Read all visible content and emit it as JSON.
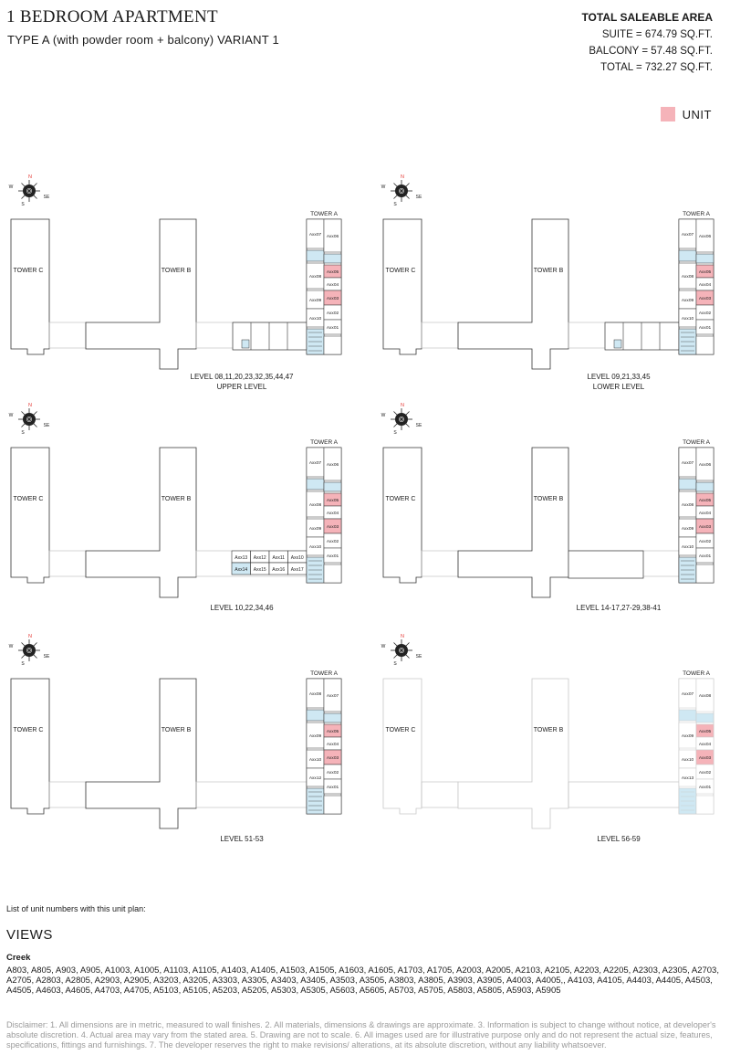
{
  "header": {
    "title": "1 BEDROOM APARTMENT",
    "subtitle": "TYPE A (with powder room + balcony) VARIANT 1"
  },
  "area": {
    "heading": "TOTAL SALEABLE AREA",
    "suite": "SUITE = 674.79 SQ.FT.",
    "balcony": "BALCONY = 57.48 SQ.FT.",
    "total": "TOTAL = 732.27 SQ.FT."
  },
  "legend": {
    "label": "UNIT",
    "color": "#f5b3b9"
  },
  "colors": {
    "highlight": "#f5b3b9",
    "core": "#cfe8f3",
    "compass_north": "#e53935"
  },
  "compass": {
    "n": "N",
    "s": "S",
    "e": "SE",
    "w": "W"
  },
  "plans": [
    {
      "caption": "LEVEL 08,11,20,23,32,35,44,47",
      "caption2": "UPPER LEVEL",
      "tower_c": "TOWER C",
      "tower_b": "TOWER B",
      "tower_a": "TOWER A",
      "units_left": [
        "Axx07",
        "Axx08",
        "Axx09",
        "Axx10"
      ],
      "units_right": [
        "Axx06",
        "Axx05",
        "Axx04",
        "Axx03",
        "Axx02",
        "Axx01"
      ]
    },
    {
      "caption": "LEVEL 09,21,33,45",
      "caption2": "LOWER LEVEL",
      "tower_c": "TOWER C",
      "tower_b": "TOWER B",
      "tower_a": "TOWER A",
      "units_left": [
        "Axx07",
        "Axx08",
        "Axx09",
        "Axx10"
      ],
      "units_right": [
        "Axx06",
        "Axx05",
        "Axx04",
        "Axx03",
        "Axx02",
        "Axx01"
      ]
    },
    {
      "caption": "LEVEL 10,22,34,46",
      "caption2": "",
      "tower_c": "TOWER C",
      "tower_b": "TOWER B",
      "tower_a": "TOWER A",
      "units_left": [
        "Axx07",
        "Axx08",
        "Axx09",
        "Axx10"
      ],
      "units_right": [
        "Axx06",
        "Axx05",
        "Axx04",
        "Axx03",
        "Axx02",
        "Axx01"
      ],
      "wing_top": [
        "Axx13",
        "Axx12",
        "Axx11",
        "Axx10"
      ],
      "wing_bottom": [
        "Axx14",
        "Axx15",
        "Axx16",
        "Axx17"
      ]
    },
    {
      "caption": "LEVEL 14-17,27-29,38-41",
      "caption2": "",
      "tower_c": "TOWER C",
      "tower_b": "TOWER B",
      "tower_a": "TOWER A",
      "units_left": [
        "Axx07",
        "Axx08",
        "Axx09",
        "Axx10"
      ],
      "units_right": [
        "Axx06",
        "Axx05",
        "Axx04",
        "Axx03",
        "Axx02",
        "Axx01"
      ]
    },
    {
      "caption": "LEVEL 51-53",
      "caption2": "",
      "tower_c": "TOWER C",
      "tower_b": "TOWER B",
      "tower_a": "TOWER A",
      "units_left": [
        "Axx08",
        "Axx09",
        "Axx10",
        "Axx12"
      ],
      "units_right": [
        "Axx07",
        "Axx05",
        "Axx04",
        "Axx03",
        "Axx02",
        "Axx01"
      ]
    },
    {
      "caption": "LEVEL 56-59",
      "caption2": "",
      "tower_c": "TOWER C",
      "tower_b": "TOWER B",
      "tower_a": "TOWER A",
      "units_left": [
        "Axx07",
        "Axx09",
        "Axx10",
        "Axx13"
      ],
      "units_right": [
        "Axx08",
        "Axx05",
        "Axx04",
        "Axx03",
        "Axx02",
        "Axx01"
      ]
    }
  ],
  "list_label": "List of unit numbers with this unit plan:",
  "views_heading": "VIEWS",
  "view_name": "Creek",
  "unit_list": "A803, A805, A903, A905, A1003, A1005, A1103, A1105, A1403, A1405, A1503, A1505, A1603, A1605, A1703, A1705, A2003, A2005, A2103, A2105, A2203, A2205, A2303, A2305, A2703, A2705, A2803, A2805, A2903, A2905, A3203, A3205, A3303, A3305, A3403, A3405, A3503, A3505, A3803, A3805, A3903, A3905, A4003, A4005,, A4103, A4105, A4403, A4405, A4503, A4505, A4603, A4605, A4703, A4705, A5103, A5105, A5203, A5205, A5303, A5305, A5603, A5605, A5703, A5705, A5803, A5805, A5903, A5905",
  "disclaimer": "Disclaimer: 1. All dimensions are in metric, measured to wall finishes. 2. All materials, dimensions & drawings are approximate. 3. Information is subject to change without notice, at developer's absolute discretion. 4. Actual area may vary from the stated area. 5. Drawing are not to scale. 6. All images used are for illustrative purpose only and do not represent the actual size, features, specifications, fittings and furnishings. 7. The developer reserves the right to make revisions/ alterations, at its absolute discretion, without any liability whatsoever."
}
